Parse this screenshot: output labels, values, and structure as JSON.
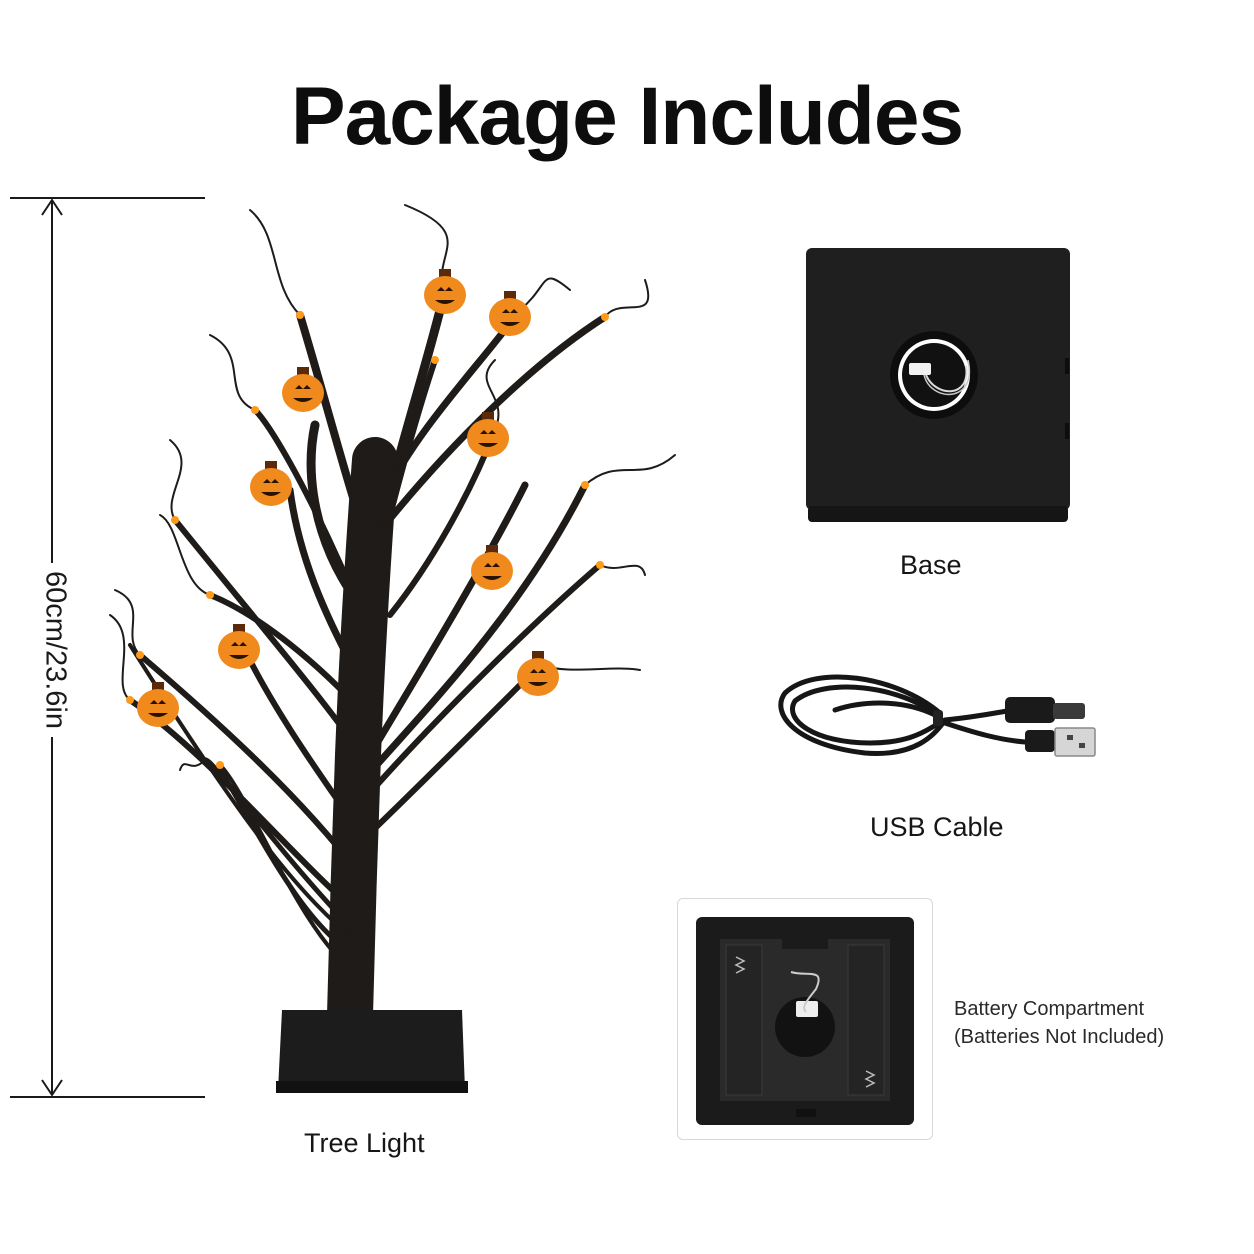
{
  "title": "Package Includes",
  "dimension": {
    "label": "60cm/23.6in"
  },
  "items": {
    "tree": {
      "caption": "Tree Light"
    },
    "base": {
      "caption": "Base"
    },
    "usb": {
      "caption": "USB Cable"
    },
    "battery": {
      "caption_line1": "Battery Compartment",
      "caption_line2": "(Batteries Not Included)"
    }
  },
  "colors": {
    "pumpkin": "#f08a1c",
    "branch": "#1e1b18",
    "led": "#ff9a1a",
    "product": "#1c1c1c"
  },
  "icons": [
    "tree-light-icon",
    "pumpkin-light-icon",
    "base-icon",
    "usb-cable-icon",
    "battery-compartment-icon",
    "dimension-arrow-icon"
  ]
}
